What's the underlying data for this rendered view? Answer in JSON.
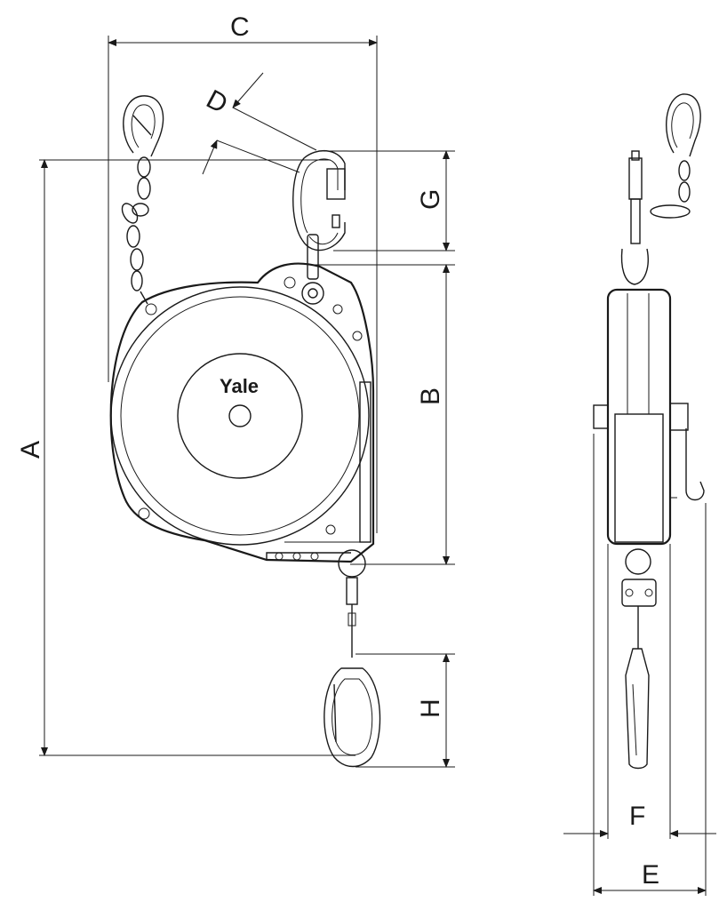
{
  "brand": {
    "text": "Yale"
  },
  "dimensions": {
    "A": "A",
    "B": "B",
    "C": "C",
    "D": "D",
    "E": "E",
    "F": "F",
    "G": "G",
    "H": "H"
  },
  "colors": {
    "line": "#1a1a1a",
    "background": "#ffffff"
  }
}
